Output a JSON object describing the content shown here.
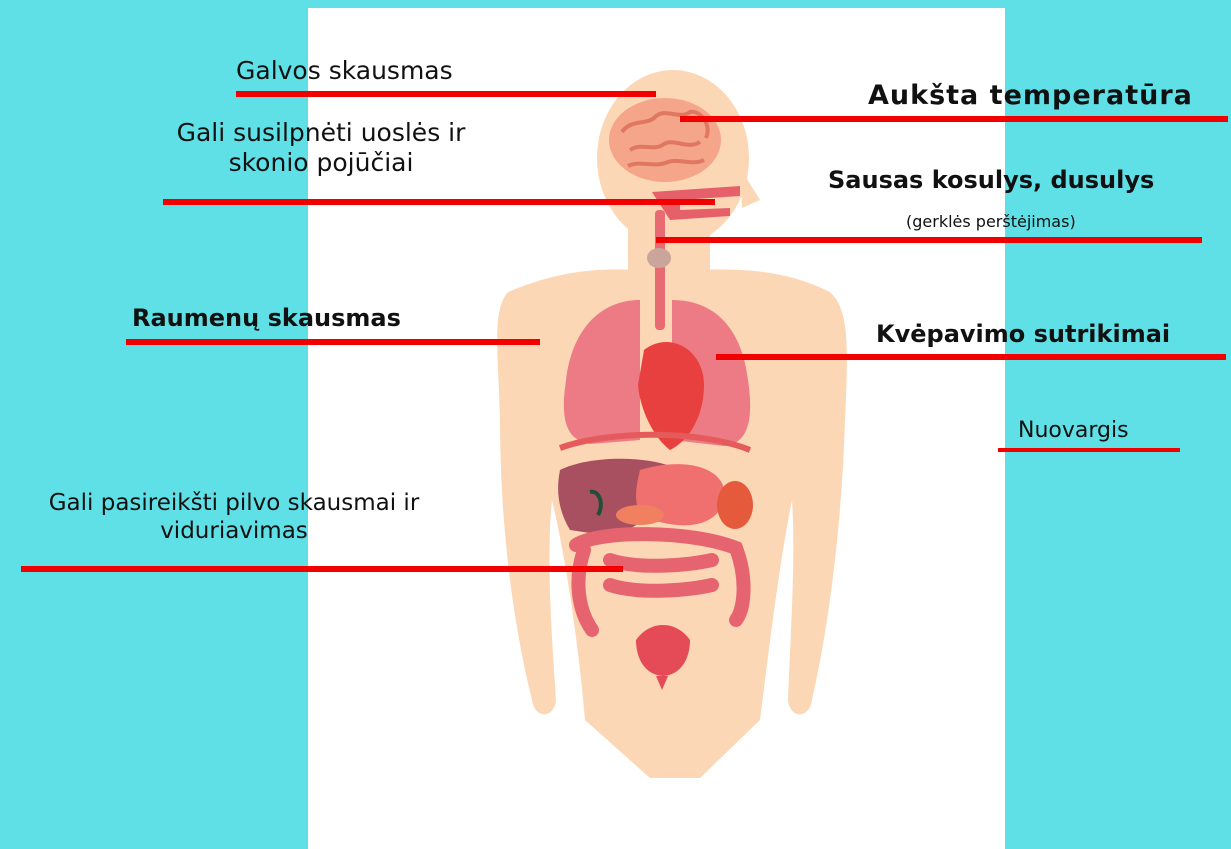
{
  "colors": {
    "background": "#5fe0e6",
    "panel": "#ffffff",
    "leader": "#f20000",
    "skin": "#fcd7b6"
  },
  "icons": [
    "human-body-icon",
    "brain-icon",
    "lungs-icon",
    "heart-icon",
    "liver-icon",
    "stomach-icon",
    "intestines-icon",
    "bladder-icon"
  ],
  "labels": {
    "headache": "Galvos skausmas",
    "high_temp": "Aukšta temperatūra",
    "smell_line1": "Gali susilpnėti uoslės ir",
    "smell_line2": "skonio pojūčiai",
    "dry_cough": "Sausas kosulys, dusulys",
    "throat": "(gerklės perštėjimas)",
    "muscle_pain": "Raumenų skausmas",
    "breathing": "Kvėpavimo sutrikimai",
    "fatigue": "Nuovargis",
    "stomach_line1": "Gali pasireikšti pilvo skausmai ir",
    "stomach_line2": "viduriavimas"
  }
}
